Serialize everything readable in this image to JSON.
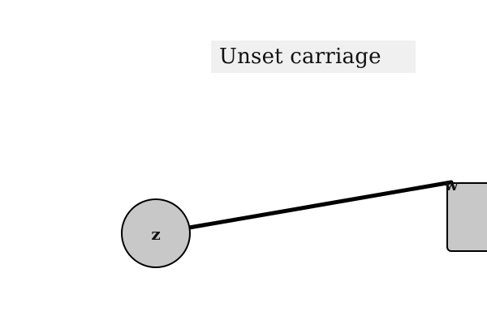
{
  "title": "Unset carriage",
  "nodes": {
    "z": {
      "label": "z",
      "shape": "circle",
      "fill": "#c8c8c8"
    },
    "w": {
      "label": "w",
      "shape": "rounded-rect",
      "fill": "#c8c8c8"
    }
  },
  "edge": {
    "from": "z",
    "to": "w",
    "color": "#000000"
  }
}
